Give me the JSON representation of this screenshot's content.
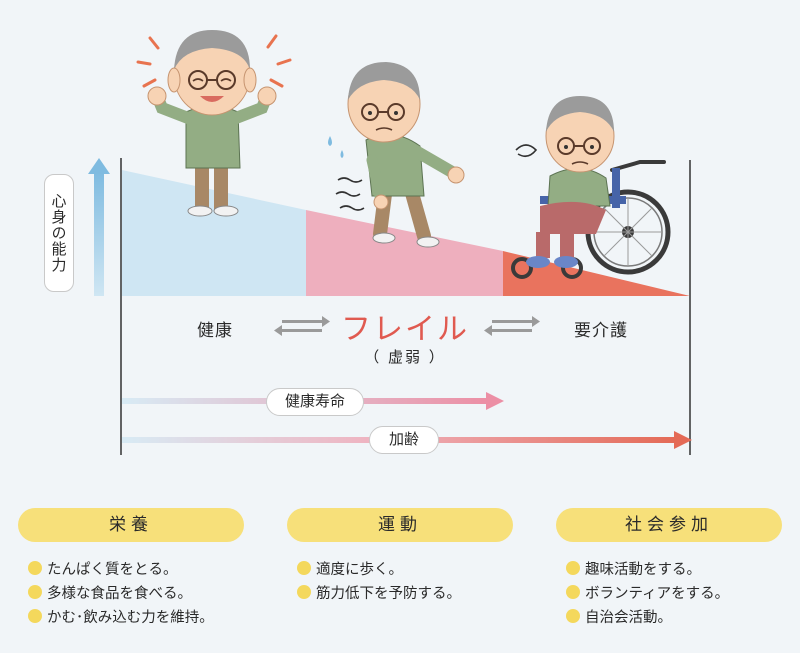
{
  "axis_label": "心身の能力",
  "stages": {
    "health": "健康",
    "frailty": "フレイル",
    "frailty_sub": "（ 虚弱 ）",
    "care": "要介護"
  },
  "arrows": {
    "healthy_life": "健康寿命",
    "aging": "加齢"
  },
  "colors": {
    "health": "#cfe6f3",
    "frailty": "#eeafbe",
    "care": "#e9735e",
    "bullet": "#f4d85c",
    "pill": "#f7e07a",
    "frail_text": "#e05a50"
  },
  "categories": [
    {
      "title": "栄養",
      "items": [
        "たんぱく質をとる。",
        "多様な食品を食べる。",
        "かむ･飲み込む力を維持。"
      ]
    },
    {
      "title": "運動",
      "items": [
        "適度に歩く。",
        "筋力低下を予防する。"
      ]
    },
    {
      "title": "社会参加",
      "items": [
        "趣味活動をする。",
        "ボランティアをする。",
        "自治会活動。"
      ]
    }
  ]
}
